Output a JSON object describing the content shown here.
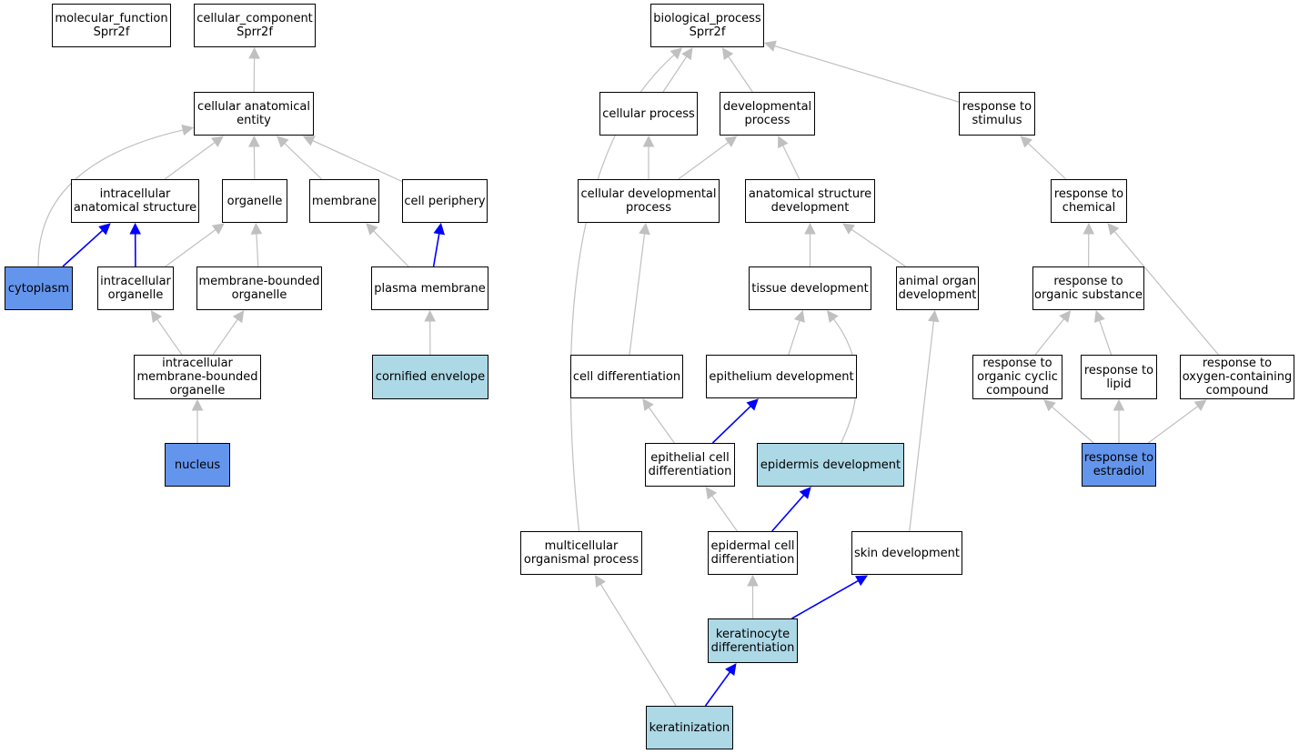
{
  "colors": {
    "edge_default": "#c0c0c0",
    "edge_highlight": "#0000ff",
    "node_fill": "#ffffff",
    "node_lightblue": "#add8e6",
    "node_cornflower": "#6495ed"
  },
  "nodes": {
    "mf": {
      "label": "molecular_function\nSprr2f",
      "fill": "white"
    },
    "cc": {
      "label": "cellular_component\nSprr2f",
      "fill": "white"
    },
    "bp": {
      "label": "biological_process\nSprr2f",
      "fill": "white"
    },
    "cae": {
      "label": "cellular anatomical\nentity",
      "fill": "white"
    },
    "ias": {
      "label": "intracellular\nanatomical structure",
      "fill": "white"
    },
    "organelle": {
      "label": "organelle",
      "fill": "white"
    },
    "membrane": {
      "label": "membrane",
      "fill": "white"
    },
    "cellperiph": {
      "label": "cell periphery",
      "fill": "white"
    },
    "cytoplasm": {
      "label": "cytoplasm",
      "fill": "cornflower"
    },
    "intorg": {
      "label": "intracellular\norganelle",
      "fill": "white"
    },
    "mbo": {
      "label": "membrane-bounded\norganelle",
      "fill": "white"
    },
    "plasmamem": {
      "label": "plasma membrane",
      "fill": "white"
    },
    "imbo": {
      "label": "intracellular\nmembrane-bounded\norganelle",
      "fill": "white"
    },
    "cornenv": {
      "label": "cornified envelope",
      "fill": "lightblue"
    },
    "nucleus": {
      "label": "nucleus",
      "fill": "cornflower"
    },
    "cellproc": {
      "label": "cellular process",
      "fill": "white"
    },
    "devproc": {
      "label": "developmental\nprocess",
      "fill": "white"
    },
    "respstim": {
      "label": "response to\nstimulus",
      "fill": "white"
    },
    "celldevproc": {
      "label": "cellular developmental\nprocess",
      "fill": "white"
    },
    "asd": {
      "label": "anatomical structure\ndevelopment",
      "fill": "white"
    },
    "respchem": {
      "label": "response to\nchemical",
      "fill": "white"
    },
    "tissuedev": {
      "label": "tissue development",
      "fill": "white"
    },
    "animalorgan": {
      "label": "animal organ\ndevelopment",
      "fill": "white"
    },
    "resporgsub": {
      "label": "response to\norganic substance",
      "fill": "white"
    },
    "celldiff": {
      "label": "cell differentiation",
      "fill": "white"
    },
    "epidev": {
      "label": "epithelium development",
      "fill": "white"
    },
    "resporgcyc": {
      "label": "response to\norganic cyclic\ncompound",
      "fill": "white"
    },
    "resplipid": {
      "label": "response to\nlipid",
      "fill": "white"
    },
    "respoxy": {
      "label": "response to\noxygen-containing\ncompound",
      "fill": "white"
    },
    "epicelldiff": {
      "label": "epithelial cell\ndifferentiation",
      "fill": "white"
    },
    "epidermisdev": {
      "label": "epidermis development",
      "fill": "lightblue"
    },
    "respestradiol": {
      "label": "response to\nestradiol",
      "fill": "cornflower"
    },
    "multiorg": {
      "label": "multicellular\norganismal process",
      "fill": "white"
    },
    "epidermalcd": {
      "label": "epidermal cell\ndifferentiation",
      "fill": "white"
    },
    "skindev": {
      "label": "skin development",
      "fill": "white"
    },
    "keratdiff": {
      "label": "keratinocyte\ndifferentiation",
      "fill": "lightblue"
    },
    "keratinization": {
      "label": "keratinization",
      "fill": "lightblue"
    }
  },
  "edges": [
    {
      "from": "cae",
      "to": "cc",
      "type": "is_a"
    },
    {
      "from": "ias",
      "to": "cae",
      "type": "is_a"
    },
    {
      "from": "organelle",
      "to": "cae",
      "type": "is_a"
    },
    {
      "from": "membrane",
      "to": "cae",
      "type": "is_a"
    },
    {
      "from": "cellperiph",
      "to": "cae",
      "type": "is_a"
    },
    {
      "from": "cytoplasm",
      "to": "cae",
      "type": "is_a"
    },
    {
      "from": "cytoplasm",
      "to": "ias",
      "type": "part_of"
    },
    {
      "from": "intorg",
      "to": "ias",
      "type": "part_of"
    },
    {
      "from": "intorg",
      "to": "organelle",
      "type": "is_a"
    },
    {
      "from": "mbo",
      "to": "organelle",
      "type": "is_a"
    },
    {
      "from": "plasmamem",
      "to": "membrane",
      "type": "is_a"
    },
    {
      "from": "plasmamem",
      "to": "cellperiph",
      "type": "part_of"
    },
    {
      "from": "imbo",
      "to": "intorg",
      "type": "is_a"
    },
    {
      "from": "imbo",
      "to": "mbo",
      "type": "is_a"
    },
    {
      "from": "cornenv",
      "to": "plasmamem",
      "type": "is_a"
    },
    {
      "from": "nucleus",
      "to": "imbo",
      "type": "is_a"
    },
    {
      "from": "cellproc",
      "to": "bp",
      "type": "is_a"
    },
    {
      "from": "devproc",
      "to": "bp",
      "type": "is_a"
    },
    {
      "from": "respstim",
      "to": "bp",
      "type": "is_a"
    },
    {
      "from": "multiorg",
      "to": "bp",
      "type": "is_a"
    },
    {
      "from": "celldevproc",
      "to": "cellproc",
      "type": "is_a"
    },
    {
      "from": "celldevproc",
      "to": "devproc",
      "type": "is_a"
    },
    {
      "from": "asd",
      "to": "devproc",
      "type": "is_a"
    },
    {
      "from": "respchem",
      "to": "respstim",
      "type": "is_a"
    },
    {
      "from": "tissuedev",
      "to": "asd",
      "type": "is_a"
    },
    {
      "from": "animalorgan",
      "to": "asd",
      "type": "is_a"
    },
    {
      "from": "resporgsub",
      "to": "respchem",
      "type": "is_a"
    },
    {
      "from": "respoxy",
      "to": "respchem",
      "type": "is_a"
    },
    {
      "from": "celldiff",
      "to": "celldevproc",
      "type": "is_a"
    },
    {
      "from": "epidev",
      "to": "tissuedev",
      "type": "is_a"
    },
    {
      "from": "epidermisdev",
      "to": "tissuedev",
      "type": "is_a"
    },
    {
      "from": "resporgcyc",
      "to": "resporgsub",
      "type": "is_a"
    },
    {
      "from": "resplipid",
      "to": "resporgsub",
      "type": "is_a"
    },
    {
      "from": "epicelldiff",
      "to": "celldiff",
      "type": "is_a"
    },
    {
      "from": "epicelldiff",
      "to": "epidev",
      "type": "part_of"
    },
    {
      "from": "respestradiol",
      "to": "resporgcyc",
      "type": "is_a"
    },
    {
      "from": "respestradiol",
      "to": "resplipid",
      "type": "is_a"
    },
    {
      "from": "respestradiol",
      "to": "respoxy",
      "type": "is_a"
    },
    {
      "from": "epidermalcd",
      "to": "epicelldiff",
      "type": "is_a"
    },
    {
      "from": "epidermalcd",
      "to": "epidermisdev",
      "type": "part_of"
    },
    {
      "from": "skindev",
      "to": "animalorgan",
      "type": "is_a"
    },
    {
      "from": "keratdiff",
      "to": "epidermalcd",
      "type": "is_a"
    },
    {
      "from": "keratdiff",
      "to": "skindev",
      "type": "part_of"
    },
    {
      "from": "keratinization",
      "to": "keratdiff",
      "type": "part_of"
    },
    {
      "from": "keratinization",
      "to": "multiorg",
      "type": "is_a"
    }
  ]
}
